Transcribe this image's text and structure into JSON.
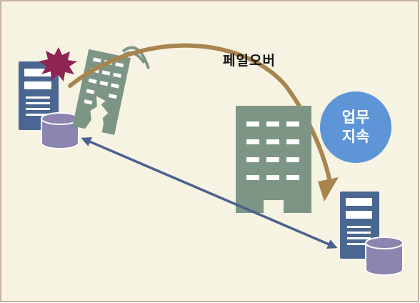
{
  "labels": {
    "failover": "페일오버",
    "continuity_line1": "업무",
    "continuity_line2": "지속"
  },
  "colors": {
    "background": "#f7f3e2",
    "border": "#b49a86",
    "server_body": "#4a6791",
    "server_slots": "#ffffff",
    "database": "#8b85b0",
    "building": "#7d9584",
    "failover_arrow": "#a8844f",
    "replication_arrow": "#4b6190",
    "explosion": "#8d2454",
    "continuity_circle": "#5e95d6"
  },
  "icons": {
    "primary_server": "server-icon",
    "primary_database": "database-icon",
    "damaged_building": "damaged-building-icon",
    "failure_burst": "explosion-icon",
    "standby_building": "building-icon",
    "standby_server": "server-icon",
    "standby_database": "database-icon"
  }
}
